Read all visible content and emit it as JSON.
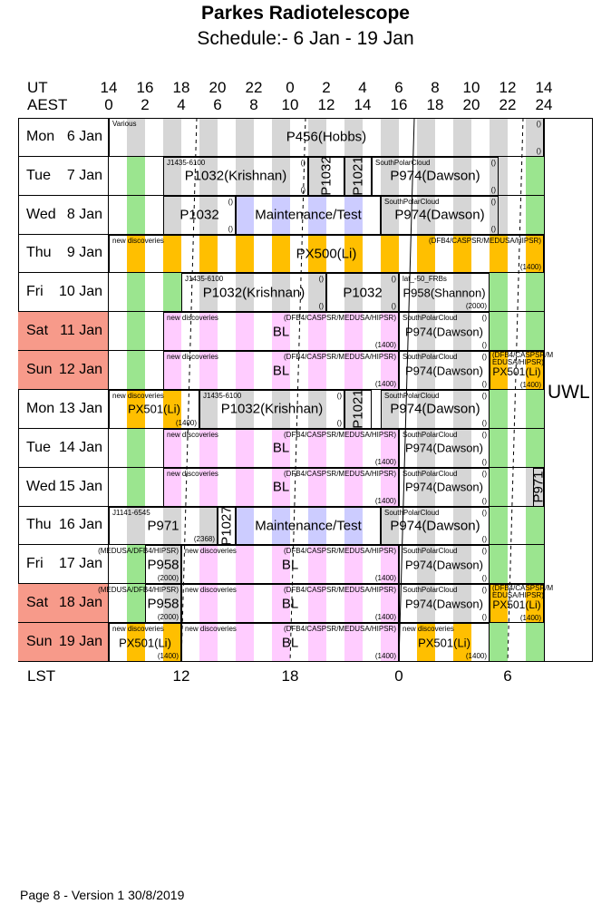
{
  "header": {
    "title": "Parkes Radiotelescope",
    "subtitle": "Schedule:- 6  Jan - 19 Jan"
  },
  "axes": {
    "ut_label": "UT",
    "ut_ticks": [
      "14",
      "16",
      "18",
      "20",
      "22",
      "0",
      "2",
      "4",
      "6",
      "8",
      "10",
      "12",
      "14"
    ],
    "aest_label": "AEST",
    "aest_ticks": [
      "0",
      "2",
      "4",
      "6",
      "8",
      "10",
      "12",
      "14",
      "16",
      "18",
      "20",
      "22",
      "24"
    ],
    "lst_label": "LST",
    "lst_ticks": [
      {
        "label": "12",
        "ut_offset_hours": 4,
        "style": "dashed"
      },
      {
        "label": "18",
        "ut_offset_hours": 10,
        "style": "dashed"
      },
      {
        "label": "0",
        "ut_offset_hours": 16,
        "style": "solid"
      },
      {
        "label": "6",
        "ut_offset_hours": 22,
        "style": "dashed"
      }
    ]
  },
  "colors": {
    "gray": "#d6d6d6",
    "green": "#9be58f",
    "pink": "#ffccff",
    "orange": "#ffbf00",
    "lavender": "#ccccff",
    "weekend": "#f79a8a"
  },
  "side_label": "UWL",
  "rows": [
    {
      "day": "Mon",
      "date": "6  Jan",
      "weekend": false,
      "blocks": [
        {
          "start": 0,
          "end": 24,
          "label": "P456(Hobbs)",
          "src": "Various",
          "tr": "()",
          "br": "()",
          "color": "gray"
        }
      ]
    },
    {
      "day": "Tue",
      "date": "7  Jan",
      "weekend": false,
      "blocks": [
        {
          "start": 3,
          "end": 11,
          "label": "P1032(Krishnan)",
          "src": "J1435-6100",
          "tr": "()",
          "br": "()",
          "color": "gray"
        },
        {
          "start": 11,
          "end": 13,
          "label": "P1032",
          "vertical": true,
          "color": "gray"
        },
        {
          "start": 13,
          "end": 14.5,
          "label": "P1021",
          "vertical": true,
          "color": "gray"
        },
        {
          "start": 14.5,
          "end": 21.5,
          "label": "P974(Dawson)",
          "src": "SouthPolarCloud",
          "tr": "()",
          "br": "()",
          "color": "gray"
        }
      ]
    },
    {
      "day": "Wed",
      "date": "8  Jan",
      "weekend": false,
      "blocks": [
        {
          "start": 3,
          "end": 7,
          "label": "P1032",
          "tr": "()",
          "br": "()",
          "color": "gray"
        },
        {
          "start": 7,
          "end": 15,
          "label": "Maintenance/Test",
          "color": "lavender"
        },
        {
          "start": 15,
          "end": 21.5,
          "label": "P974(Dawson)",
          "src": "SouthPolarCloud",
          "tr": "()",
          "br": "()",
          "color": "gray"
        }
      ]
    },
    {
      "day": "Thu",
      "date": "9  Jan",
      "weekend": false,
      "blocks": [
        {
          "start": 0,
          "end": 24,
          "label": "PX500(Li)",
          "src": "new discoveries",
          "tr": "(DFB4/CASPSR/MEDUSA/HIPSR)",
          "br": "(1400)",
          "color": "orange"
        }
      ]
    },
    {
      "day": "Fri",
      "date": "10  Jan",
      "weekend": false,
      "blocks": [
        {
          "start": 4,
          "end": 12,
          "label": "P1032(Krishnan)",
          "src": "J1435-6100",
          "tr": "()",
          "br": "()",
          "color": "gray"
        },
        {
          "start": 12,
          "end": 16,
          "label": "P1032",
          "tr": "()",
          "br": "()",
          "color": "gray"
        },
        {
          "start": 16,
          "end": 21,
          "label": "P958(Shannon)",
          "src": "lat_-50_FRBs",
          "br": "(2000)",
          "color": "gray"
        }
      ]
    },
    {
      "day": "Sat",
      "date": "11  Jan",
      "weekend": true,
      "blocks": [
        {
          "start": 3,
          "end": 16,
          "label": "BL",
          "src": "new discoveries",
          "tr": "(DFB4/CASPSR/MEDUSA/HIPSR)",
          "br": "(1400)",
          "color": "pink"
        },
        {
          "start": 16,
          "end": 21,
          "label": "P974(Dawson)",
          "src": "SouthPolarCloud",
          "tr": "()",
          "br": "()",
          "color": "gray"
        }
      ]
    },
    {
      "day": "Sun",
      "date": "12  Jan",
      "weekend": true,
      "blocks": [
        {
          "start": 3,
          "end": 16,
          "label": "BL",
          "src": "new discoveries",
          "tr": "(DFB4/CASPSR/MEDUSA/HIPSR)",
          "br": "(1400)",
          "color": "pink"
        },
        {
          "start": 16,
          "end": 21,
          "label": "P974(Dawson)",
          "src": "SouthPolarCloud",
          "tr": "()",
          "br": "()",
          "color": "gray"
        },
        {
          "start": 21,
          "end": 24,
          "label": "PX501(Li)",
          "tr": "(DFB4/CASPSR/MEDUSA/HIPSR)",
          "br": "(1400)",
          "color": "orange"
        }
      ]
    },
    {
      "day": "Mon",
      "date": "13  Jan",
      "weekend": false,
      "blocks": [
        {
          "start": 0,
          "end": 5,
          "label": "PX501(Li)",
          "src": "new discoveries",
          "br": "(1400)",
          "color": "orange"
        },
        {
          "start": 5,
          "end": 13,
          "label": "P1032(Krishnan)",
          "src": "J1435-6100",
          "tr": "()",
          "br": "()",
          "color": "gray"
        },
        {
          "start": 13,
          "end": 14.5,
          "label": "P1021",
          "vertical": true,
          "color": "gray"
        },
        {
          "start": 15,
          "end": 21,
          "label": "P974(Dawson)",
          "src": "SouthPolarCloud",
          "tr": "()",
          "br": "()",
          "color": "gray"
        }
      ]
    },
    {
      "day": "Tue",
      "date": "14  Jan",
      "weekend": false,
      "blocks": [
        {
          "start": 3,
          "end": 16,
          "label": "BL",
          "src": "new discoveries",
          "tr": "(DFB4/CASPSR/MEDUSA/HIPSR)",
          "br": "(1400)",
          "color": "pink"
        },
        {
          "start": 16,
          "end": 21,
          "label": "P974(Dawson)",
          "src": "SouthPolarCloud",
          "tr": "()",
          "br": "()",
          "color": "gray"
        }
      ]
    },
    {
      "day": "Wed",
      "date": "15  Jan",
      "weekend": false,
      "blocks": [
        {
          "start": 3,
          "end": 16,
          "label": "BL",
          "src": "new discoveries",
          "tr": "(DFB4/CASPSR/MEDUSA/HIPSR)",
          "br": "(1400)",
          "color": "pink"
        },
        {
          "start": 16,
          "end": 21,
          "label": "P974(Dawson)",
          "src": "SouthPolarCloud",
          "tr": "()",
          "br": "()",
          "color": "gray"
        },
        {
          "start": 23.4,
          "end": 24,
          "label": "P971",
          "vertical": true,
          "color": "gray"
        }
      ]
    },
    {
      "day": "Thu",
      "date": "16  Jan",
      "weekend": false,
      "blocks": [
        {
          "start": 0,
          "end": 6,
          "label": "P971",
          "src": "J1141-6545",
          "br": "(2368)",
          "color": "gray"
        },
        {
          "start": 6,
          "end": 7,
          "label": "P1027",
          "vertical": true,
          "color": "gray"
        },
        {
          "start": 7,
          "end": 15,
          "label": "Maintenance/Test",
          "color": "lavender"
        },
        {
          "start": 15,
          "end": 21,
          "label": "P974(Dawson)",
          "src": "SouthPolarCloud",
          "tr": "()",
          "br": "()",
          "color": "gray"
        }
      ]
    },
    {
      "day": "Fri",
      "date": "17  Jan",
      "weekend": false,
      "blocks": [
        {
          "start": 2,
          "end": 4,
          "label": "P958",
          "tr": "(MEDUSA/DFB4/HIPSR)",
          "br": "(2000)",
          "color": "gray"
        },
        {
          "start": 4,
          "end": 16,
          "label": "BL",
          "src": "new discoveries",
          "tr": "(DFB4/CASPSR/MEDUSA/HIPSR)",
          "br": "(1400)",
          "color": "pink"
        },
        {
          "start": 16,
          "end": 21,
          "label": "P974(Dawson)",
          "src": "SouthPolarCloud",
          "tr": "()",
          "br": "()",
          "color": "gray"
        }
      ]
    },
    {
      "day": "Sat",
      "date": "18  Jan",
      "weekend": true,
      "blocks": [
        {
          "start": 2,
          "end": 4,
          "label": "P958",
          "tr": "(MEDUSA/DFB4/HIPSR)",
          "br": "(2000)",
          "color": "gray"
        },
        {
          "start": 4,
          "end": 16,
          "label": "BL",
          "src": "new discoveries",
          "tr": "(DFB4/CASPSR/MEDUSA/HIPSR)",
          "br": "(1400)",
          "color": "pink"
        },
        {
          "start": 16,
          "end": 21,
          "label": "P974(Dawson)",
          "src": "SouthPolarCloud",
          "tr": "()",
          "br": "()",
          "color": "gray"
        },
        {
          "start": 21,
          "end": 24,
          "label": "PX501(Li)",
          "tr": "(DFB4/CASPSR/MEDUSA/HIPSR)",
          "br": "(1400)",
          "color": "orange"
        }
      ]
    },
    {
      "day": "Sun",
      "date": "19  Jan",
      "weekend": true,
      "blocks": [
        {
          "start": 0,
          "end": 4,
          "label": "PX501(Li)",
          "src": "new discoveries",
          "br": "(1400)",
          "color": "orange"
        },
        {
          "start": 4,
          "end": 16,
          "label": "BL",
          "src": "new discoveries",
          "tr": "(DFB4/CASPSR/MEDUSA/HIPSR)",
          "br": "(1400)",
          "color": "pink"
        },
        {
          "start": 16,
          "end": 21,
          "label": "PX501(Li)",
          "src": "new discoveries",
          "br": "(1400)",
          "color": "orange"
        }
      ]
    }
  ],
  "footer": "Page 8 - Version 1  30/8/2019"
}
